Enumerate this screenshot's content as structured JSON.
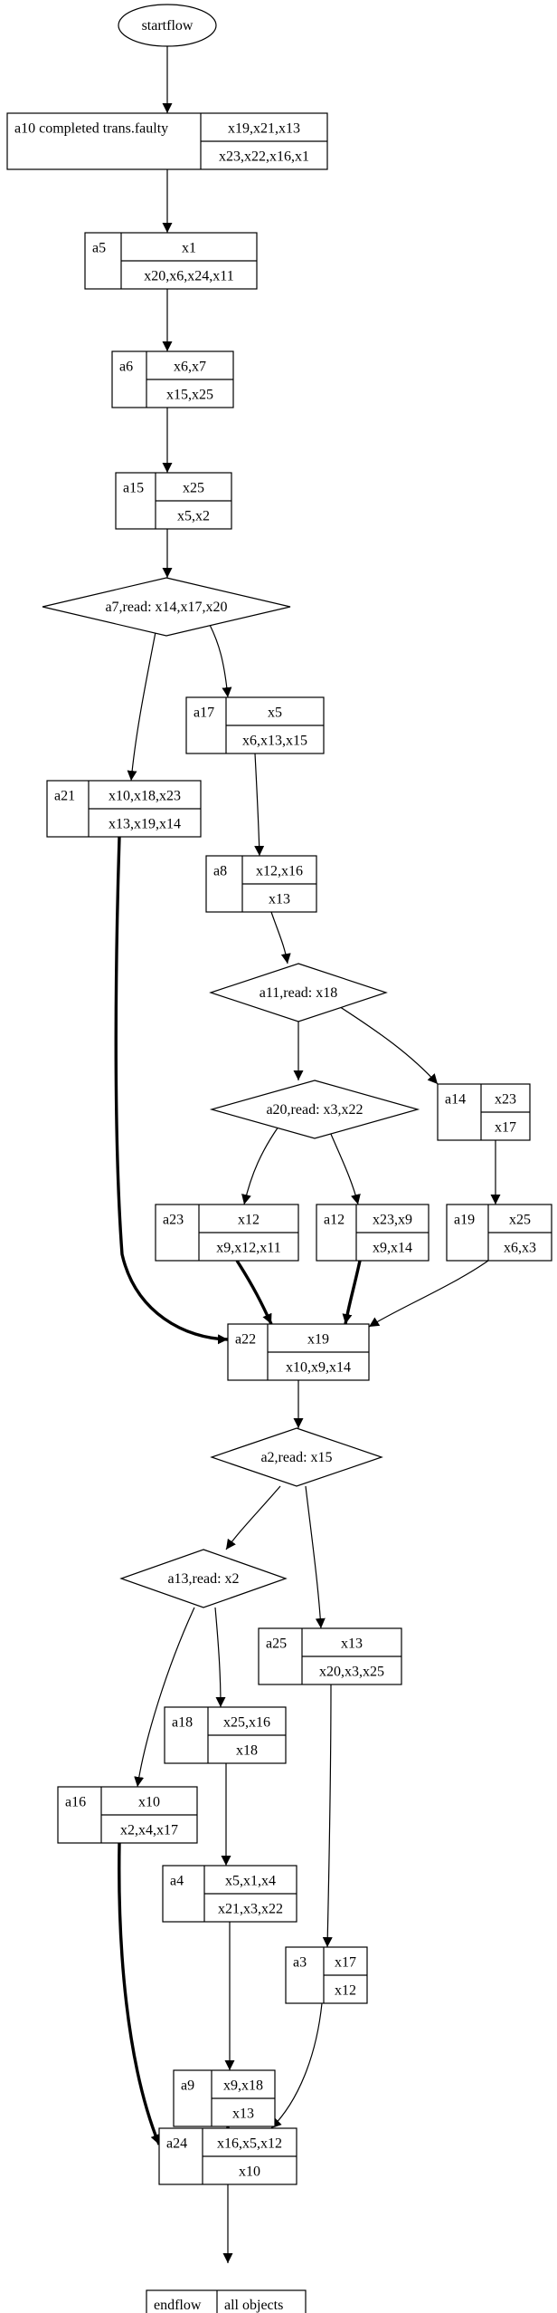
{
  "start": "startflow",
  "end": {
    "label": "endflow",
    "value": "all objects"
  },
  "records": [
    {
      "id": "a10",
      "label": "a10 completed trans.faulty",
      "top": "x19,x21,x13",
      "bottom": "x23,x22,x16,x1"
    },
    {
      "id": "a5",
      "label": "a5",
      "top": "x1",
      "bottom": "x20,x6,x24,x11"
    },
    {
      "id": "a6",
      "label": "a6",
      "top": "x6,x7",
      "bottom": "x15,x25"
    },
    {
      "id": "a15",
      "label": "a15",
      "top": "x25",
      "bottom": "x5,x2"
    },
    {
      "id": "a17",
      "label": "a17",
      "top": "x5",
      "bottom": "x6,x13,x15"
    },
    {
      "id": "a21",
      "label": "a21",
      "top": "x10,x18,x23",
      "bottom": "x13,x19,x14"
    },
    {
      "id": "a8",
      "label": "a8",
      "top": "x12,x16",
      "bottom": "x13"
    },
    {
      "id": "a14",
      "label": "a14",
      "top": "x23",
      "bottom": "x17"
    },
    {
      "id": "a23",
      "label": "a23",
      "top": "x12",
      "bottom": "x9,x12,x11"
    },
    {
      "id": "a12",
      "label": "a12",
      "top": "x23,x9",
      "bottom": "x9,x14"
    },
    {
      "id": "a19",
      "label": "a19",
      "top": "x25",
      "bottom": "x6,x3"
    },
    {
      "id": "a22",
      "label": "a22",
      "top": "x19",
      "bottom": "x10,x9,x14"
    },
    {
      "id": "a25",
      "label": "a25",
      "top": "x13",
      "bottom": "x20,x3,x25"
    },
    {
      "id": "a18",
      "label": "a18",
      "top": "x25,x16",
      "bottom": "x18"
    },
    {
      "id": "a16",
      "label": "a16",
      "top": "x10",
      "bottom": "x2,x4,x17"
    },
    {
      "id": "a4",
      "label": "a4",
      "top": "x5,x1,x4",
      "bottom": "x21,x3,x22"
    },
    {
      "id": "a3",
      "label": "a3",
      "top": "x17",
      "bottom": "x12"
    },
    {
      "id": "a9",
      "label": "a9",
      "top": "x9,x18",
      "bottom": "x13"
    },
    {
      "id": "a24",
      "label": "a24",
      "top": "x16,x5,x12",
      "bottom": "x10"
    }
  ],
  "decisions": [
    {
      "id": "a7",
      "label": "a7,read: x14,x17,x20"
    },
    {
      "id": "a11",
      "label": "a11,read: x18"
    },
    {
      "id": "a20",
      "label": "a20,read: x3,x22"
    },
    {
      "id": "a2",
      "label": "a2,read: x15"
    },
    {
      "id": "a13",
      "label": "a13,read: x2"
    }
  ],
  "edges": [
    {
      "from": "startflow",
      "to": "a10"
    },
    {
      "from": "a10",
      "to": "a5"
    },
    {
      "from": "a5",
      "to": "a6"
    },
    {
      "from": "a6",
      "to": "a15"
    },
    {
      "from": "a15",
      "to": "a7"
    },
    {
      "from": "a7",
      "to": "a21"
    },
    {
      "from": "a7",
      "to": "a17"
    },
    {
      "from": "a17",
      "to": "a8"
    },
    {
      "from": "a8",
      "to": "a11"
    },
    {
      "from": "a11",
      "to": "a20"
    },
    {
      "from": "a11",
      "to": "a14"
    },
    {
      "from": "a20",
      "to": "a23"
    },
    {
      "from": "a20",
      "to": "a12"
    },
    {
      "from": "a14",
      "to": "a19"
    },
    {
      "from": "a21",
      "to": "a22",
      "bold": true
    },
    {
      "from": "a23",
      "to": "a22",
      "bold": true
    },
    {
      "from": "a12",
      "to": "a22",
      "bold": true
    },
    {
      "from": "a19",
      "to": "a22"
    },
    {
      "from": "a22",
      "to": "a2"
    },
    {
      "from": "a2",
      "to": "a13"
    },
    {
      "from": "a2",
      "to": "a25"
    },
    {
      "from": "a13",
      "to": "a16"
    },
    {
      "from": "a13",
      "to": "a18"
    },
    {
      "from": "a18",
      "to": "a4"
    },
    {
      "from": "a25",
      "to": "a3"
    },
    {
      "from": "a4",
      "to": "a9"
    },
    {
      "from": "a16",
      "to": "a24",
      "bold": true
    },
    {
      "from": "a9",
      "to": "a24",
      "bold": true
    },
    {
      "from": "a3",
      "to": "a24"
    },
    {
      "from": "a24",
      "to": "endflow"
    }
  ]
}
